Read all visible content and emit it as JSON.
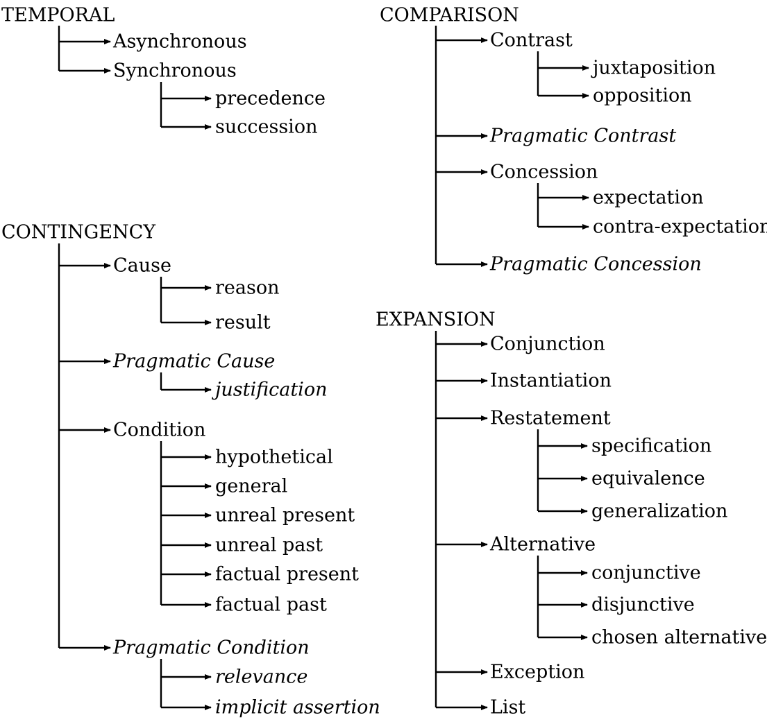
{
  "temporal": {
    "title": "TEMPORAL",
    "l1": [
      {
        "label": "Asynchronous",
        "italic": false,
        "children": []
      },
      {
        "label": "Synchronous",
        "italic": false,
        "children": [
          {
            "label": "precedence",
            "italic": false
          },
          {
            "label": "succession",
            "italic": false
          }
        ]
      }
    ]
  },
  "contingency": {
    "title": "CONTINGENCY",
    "l1": [
      {
        "label": "Cause",
        "italic": false,
        "children": [
          {
            "label": "reason",
            "italic": false
          },
          {
            "label": "result",
            "italic": false
          }
        ]
      },
      {
        "label": "Pragmatic Cause",
        "italic": true,
        "children": [
          {
            "label": "justification",
            "italic": true
          }
        ]
      },
      {
        "label": "Condition",
        "italic": false,
        "children": [
          {
            "label": "hypothetical",
            "italic": false
          },
          {
            "label": "general",
            "italic": false
          },
          {
            "label": "unreal present",
            "italic": false
          },
          {
            "label": "unreal past",
            "italic": false
          },
          {
            "label": "factual present",
            "italic": false
          },
          {
            "label": "factual past",
            "italic": false
          }
        ]
      },
      {
        "label": "Pragmatic Condition",
        "italic": true,
        "children": [
          {
            "label": "relevance",
            "italic": true
          },
          {
            "label": "implicit assertion",
            "italic": true
          }
        ]
      }
    ]
  },
  "comparison": {
    "title": "COMPARISON",
    "l1": [
      {
        "label": "Contrast",
        "italic": false,
        "children": [
          {
            "label": "juxtaposition",
            "italic": false
          },
          {
            "label": "opposition",
            "italic": false
          }
        ]
      },
      {
        "label": "Pragmatic Contrast",
        "italic": true,
        "children": []
      },
      {
        "label": "Concession",
        "italic": false,
        "children": [
          {
            "label": "expectation",
            "italic": false
          },
          {
            "label": "contra-expectation",
            "italic": false
          }
        ]
      },
      {
        "label": "Pragmatic Concession",
        "italic": true,
        "children": []
      }
    ]
  },
  "expansion": {
    "title": "EXPANSION",
    "l1": [
      {
        "label": "Conjunction",
        "italic": false,
        "children": []
      },
      {
        "label": "Instantiation",
        "italic": false,
        "children": []
      },
      {
        "label": "Restatement",
        "italic": false,
        "children": [
          {
            "label": "specification",
            "italic": false
          },
          {
            "label": "equivalence",
            "italic": false
          },
          {
            "label": "generalization",
            "italic": false
          }
        ]
      },
      {
        "label": "Alternative",
        "italic": false,
        "children": [
          {
            "label": "conjunctive",
            "italic": false
          },
          {
            "label": "disjunctive",
            "italic": false
          },
          {
            "label": "chosen alternative",
            "italic": false
          }
        ]
      },
      {
        "label": "Exception",
        "italic": false,
        "children": []
      },
      {
        "label": "List",
        "italic": false,
        "children": []
      }
    ]
  }
}
